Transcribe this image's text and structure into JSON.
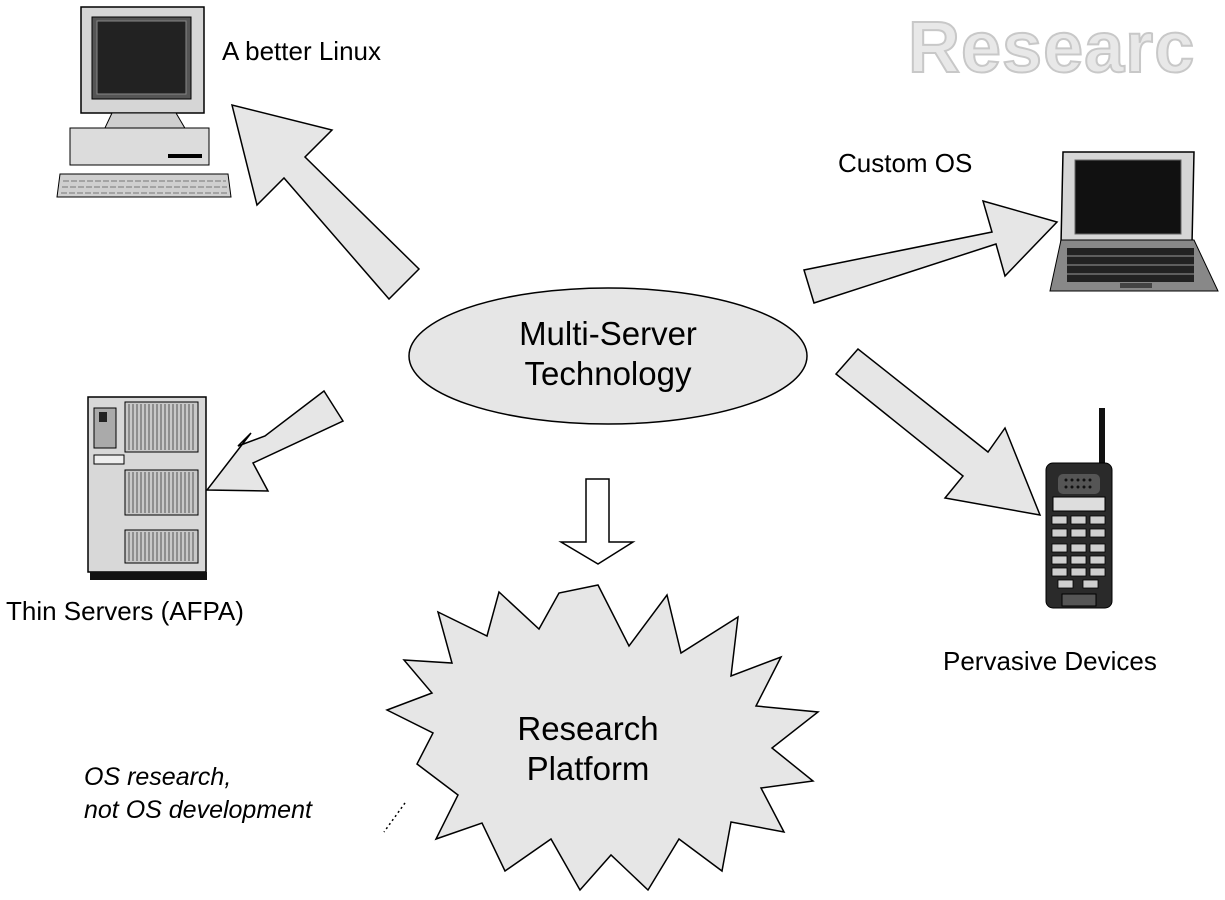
{
  "watermark": "Researc",
  "center": {
    "line1": "Multi-Server",
    "line2": "Technology"
  },
  "platform": {
    "line1": "Research",
    "line2": "Platform"
  },
  "labels": {
    "desktop": "A better Linux",
    "laptop": "Custom OS",
    "server": "Thin Servers (AFPA)",
    "phone": "Pervasive Devices"
  },
  "note": {
    "line1": "OS research,",
    "line2": "not OS development"
  },
  "colors": {
    "fill": "#e6e6e6",
    "stroke": "#000000",
    "screen": "#111111"
  },
  "icons": [
    "desktop-computer-icon",
    "laptop-icon",
    "server-tower-icon",
    "cordless-phone-icon"
  ]
}
